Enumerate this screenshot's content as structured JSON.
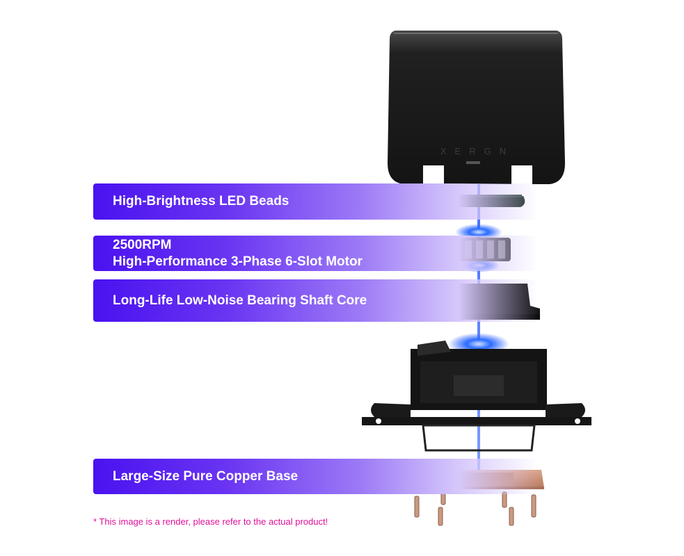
{
  "features": [
    {
      "line1": "High-Brightness LED Beads",
      "line2": ""
    },
    {
      "line1": "2500RPM",
      "line2": "High-Performance 3-Phase 6-Slot Motor"
    },
    {
      "line1": "Long-Life Low-Noise Bearing Shaft Core",
      "line2": ""
    },
    {
      "line1": "Large-Size Pure Copper Base",
      "line2": ""
    }
  ],
  "brand_mark": "XERGN",
  "disclaimer": "* This image is a render, please refer to the actual product!",
  "colors": {
    "accent_purple": "#4a12f0",
    "disclaimer_magenta": "#e0109a",
    "glow_blue": "#2a5cff"
  }
}
